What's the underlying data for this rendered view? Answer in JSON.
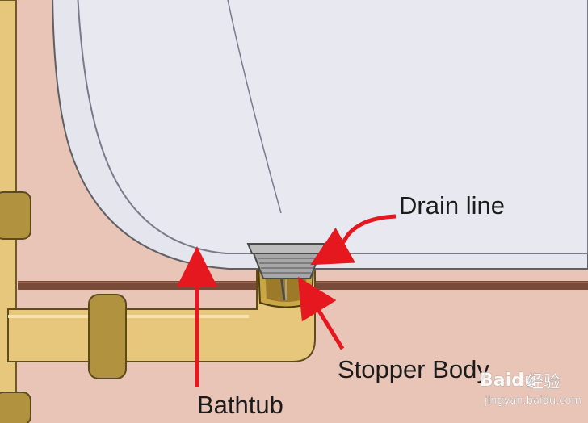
{
  "labels": {
    "drain_line": "Drain line",
    "stopper_body": "Stopper Body",
    "bathtub": "Bathtub"
  },
  "watermark": {
    "brand": "Baidu",
    "brand_cn": "经验",
    "url": "jingyan.baidu.com"
  },
  "colors": {
    "background": "#e8c5b6",
    "tub_fill": "#e5e5ee",
    "tub_outline": "#6b6b6b",
    "pipe": "#e7c77b",
    "pipe_dark": "#a98a40",
    "floor_strip": "#7a4a38",
    "arrow": "#e5171f"
  }
}
